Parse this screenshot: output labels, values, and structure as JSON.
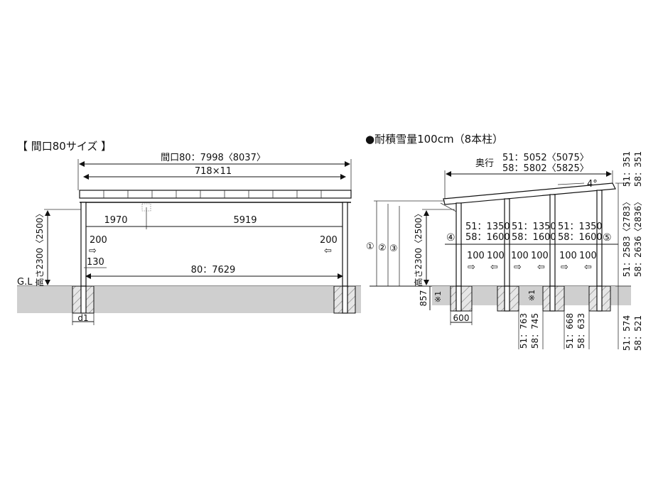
{
  "left": {
    "title": "【 間口80サイズ 】",
    "width_label": "間口80：7998〈8037〉",
    "panel_label": "718×11",
    "span_a": "1970",
    "span_b": "5919",
    "height_label": "高さ2300〈2500〉",
    "offset_left": "200",
    "offset_right": "200",
    "offset_small": "130",
    "inner_width": "80：7629",
    "gl_label": "G.L",
    "d1_label": "d1"
  },
  "right": {
    "title": "●耐積雪量100cm（8本柱）",
    "depth_prefix": "奥行",
    "depth_51": "51：5052〈5075〉",
    "depth_58": "58：5802〈5825〉",
    "angle": "4°",
    "bay_51": "51：1350",
    "bay_58": "58：1600",
    "circle_1": "①",
    "circle_2": "②",
    "circle_3": "③",
    "circle_4": "④",
    "circle_5": "⑤",
    "height_label": "高さ2300〈2500〉",
    "offsets": [
      "100",
      "100",
      "100",
      "100",
      "100",
      "100"
    ],
    "note_mark": "※1",
    "footing_depth": "857",
    "footing_width": "600",
    "right_top_51": "51：351",
    "right_top_58": "58：351",
    "right_mid_51": "51：2583〈2783〉",
    "right_mid_58": "58：2636〈2836〉",
    "right_bot_51": "51：574",
    "right_bot_58": "58：521",
    "post2_51": "51：763",
    "post2_58": "58：745",
    "post3_51": "51：668",
    "post3_58": "58：633"
  }
}
